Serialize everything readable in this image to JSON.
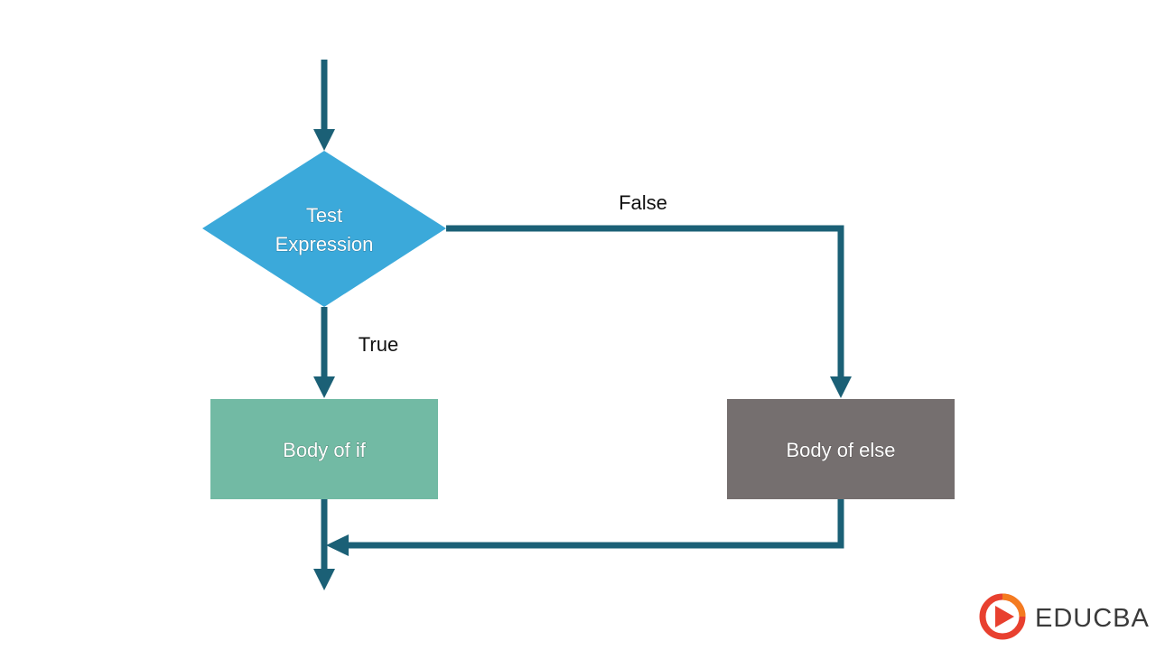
{
  "colors": {
    "connector": "#1b6076",
    "decision_fill": "#3ba9da",
    "if_body_fill": "#72baa4",
    "else_body_fill": "#756f6f",
    "node_text": "#ffffff",
    "edge_label_text": "#111111",
    "logo_text": "#3a3a3a",
    "logo_mark_primary": "#e8402f",
    "logo_mark_secondary": "#f47b20"
  },
  "nodes": {
    "decision": {
      "label_line1": "Test",
      "label_line2": "Expression"
    },
    "if_body": {
      "label": "Body of if"
    },
    "else_body": {
      "label": "Body of else"
    }
  },
  "edges": {
    "false_label": "False",
    "true_label": "True"
  },
  "brand": {
    "name": "EDUCBA",
    "icon": "educba-logo-icon"
  }
}
